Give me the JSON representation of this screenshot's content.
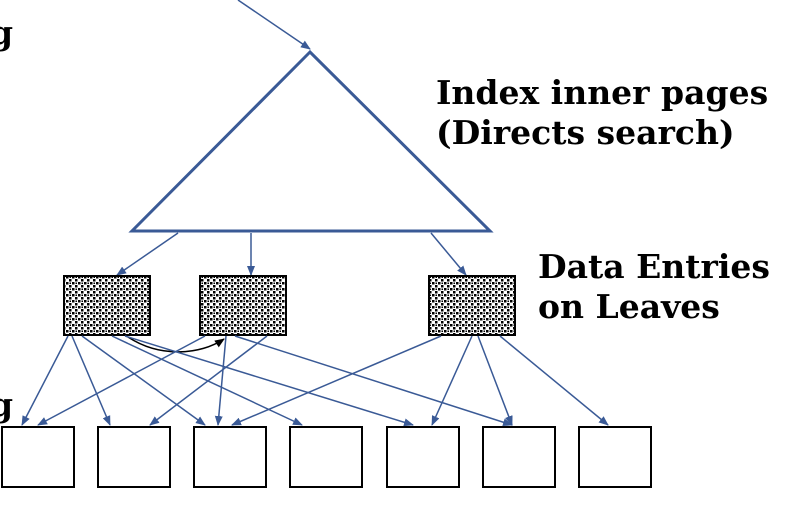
{
  "labels": {
    "index_line1": "Index inner pages",
    "index_line2": "(Directs search)",
    "data_line1": "Data Entries",
    "data_line2": "on Leaves"
  },
  "edge_fragments": {
    "top": "g",
    "bottom": "g"
  },
  "colors": {
    "line": "#3a5a96",
    "box_stroke": "#000000",
    "text": "#000000",
    "highlight_arrow": "#000000"
  }
}
